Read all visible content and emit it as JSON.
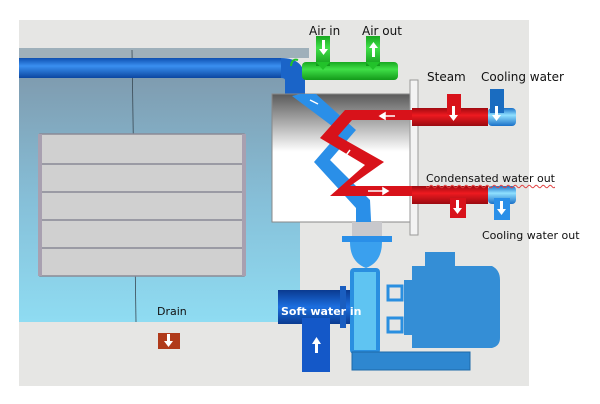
{
  "diagram": {
    "title": "Cooling water / steam heat exchanger with circulation pump",
    "labels": {
      "air_in": "Air in",
      "air_out": "Air out",
      "steam": "Steam",
      "cooling_water": "Cooling water",
      "condensated_water_out": "Condensated water out",
      "cooling_water_out": "Cooling water out",
      "drain": "Drain",
      "soft_water_in": "Soft water in"
    },
    "colors": {
      "background": "#e6e6e4",
      "tank_top": "#7f9cb0",
      "tank_bottom": "#8fdcf2",
      "pipe_blue": "#1e6fd0",
      "steam_red": "#d8121a",
      "air_green": "#22c22a",
      "cooling_blue": "#2a8fe0",
      "pump_blue": "#3a8fd6",
      "drain_brown": "#b03a1a",
      "grille": "#d0d0d0"
    },
    "grille_slats": 5
  }
}
